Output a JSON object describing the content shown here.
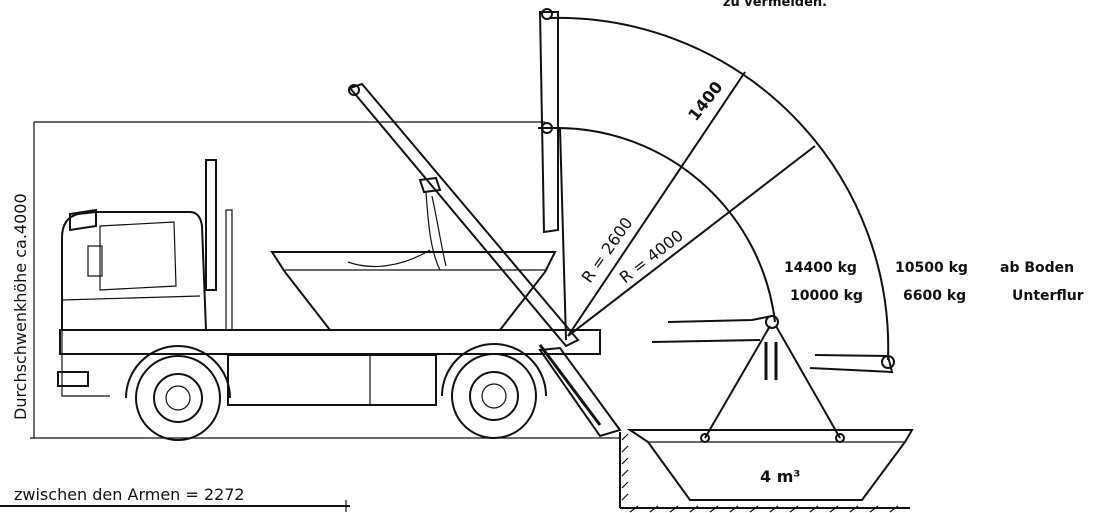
{
  "labels": {
    "top_note": "zu vermeiden.",
    "height_label": "Durchschwenkhöhe  ca.4000",
    "arm_len": "1400",
    "r_inner": "R = 2600",
    "r_outer": "R = 4000",
    "load_boden_1": "14400 kg",
    "load_boden_2": "10500 kg",
    "load_boden_label": "ab Boden",
    "load_unter_1": "10000 kg",
    "load_unter_2": "6600 kg",
    "load_unter_label": "Unterflur",
    "container_volume": "4 m³",
    "arm_distance": "zwischen  den  Armen  =  2272"
  },
  "colors": {
    "line": "#111111",
    "background": "#ffffff"
  }
}
